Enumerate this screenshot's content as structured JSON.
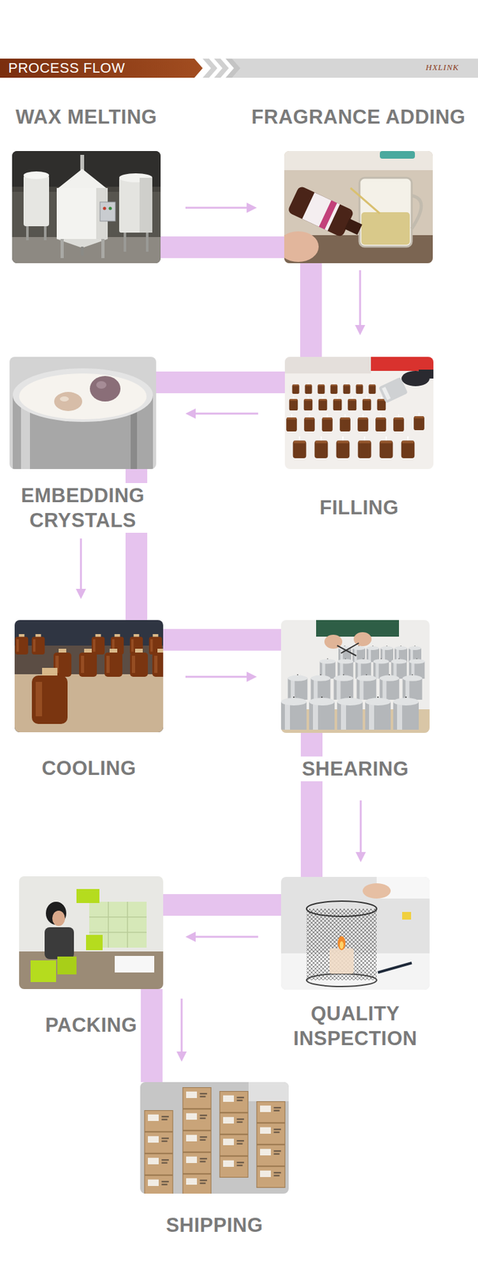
{
  "diagram": {
    "title": "PROCESS FLOW",
    "nodes": [
      {
        "text": [
          "WAX MELTING"
        ]
      },
      {
        "text": [
          "FRAGRANCE ADDING"
        ]
      },
      {
        "text": [
          "FILLING"
        ]
      },
      {
        "text": [
          "EMBEDDING CRYSTALS"
        ]
      },
      {
        "text": [
          "COOLING"
        ]
      },
      {
        "text": [
          "SHEARING"
        ]
      },
      {
        "text": [
          "QUALITY INSPECTION"
        ]
      },
      {
        "text": [
          "PACKING"
        ]
      },
      {
        "text": [
          "SHIPPING"
        ]
      }
    ],
    "edges": [
      {
        "from": 0,
        "to": 1,
        "arrow": "to"
      },
      {
        "from": 1,
        "to": 2,
        "arrow": "to"
      },
      {
        "from": 2,
        "to": 3,
        "arrow": "to"
      },
      {
        "from": 3,
        "to": 4,
        "arrow": "to"
      },
      {
        "from": 4,
        "to": 5,
        "arrow": "to"
      },
      {
        "from": 5,
        "to": 6,
        "arrow": "to"
      },
      {
        "from": 6,
        "to": 7,
        "arrow": "to"
      },
      {
        "from": 7,
        "to": 8,
        "arrow": "to"
      }
    ],
    "labels": [
      "HXLINK"
    ]
  }
}
